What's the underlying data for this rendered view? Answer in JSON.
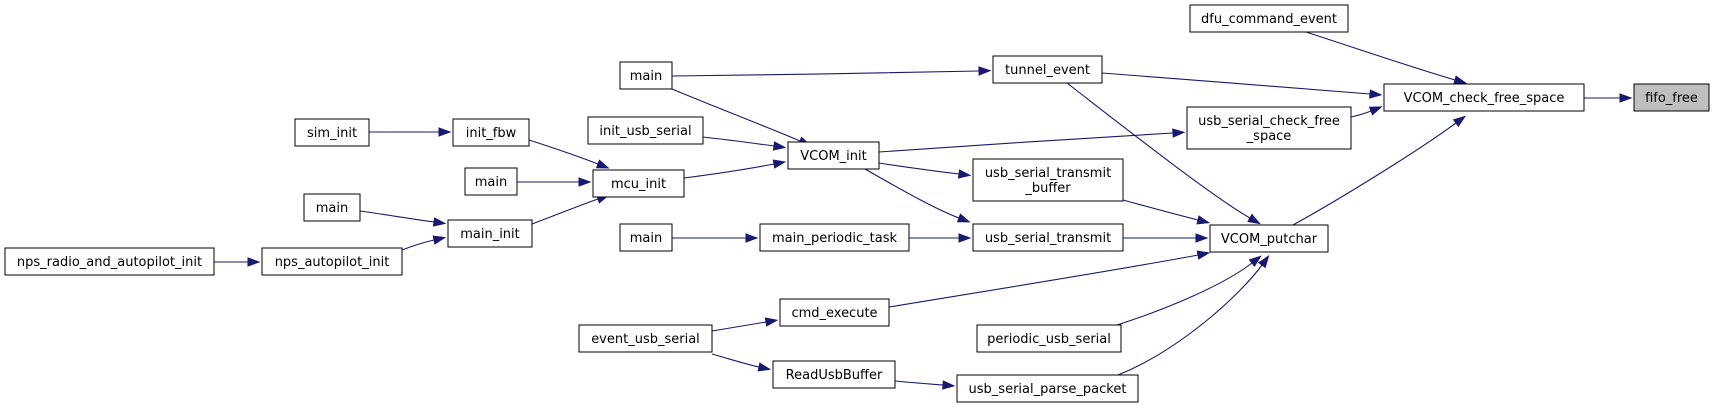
{
  "graph": {
    "edge_color": "#191970",
    "nodes": [
      {
        "id": "fifo_free",
        "label": [
          "fifo_free"
        ],
        "highlight": true,
        "fill": "#bfbfbf"
      },
      {
        "id": "VCOM_check_free_space",
        "label": [
          "VCOM_check_free_space"
        ]
      },
      {
        "id": "dfu_command_event",
        "label": [
          "dfu_command_event"
        ]
      },
      {
        "id": "tunnel_event",
        "label": [
          "tunnel_event"
        ]
      },
      {
        "id": "usb_serial_check_free_space",
        "label": [
          "usb_serial_check_free",
          "_space"
        ]
      },
      {
        "id": "VCOM_putchar",
        "label": [
          "VCOM_putchar"
        ]
      },
      {
        "id": "main_a",
        "label": [
          "main"
        ]
      },
      {
        "id": "VCOM_init",
        "label": [
          "VCOM_init"
        ]
      },
      {
        "id": "init_usb_serial",
        "label": [
          "init_usb_serial"
        ]
      },
      {
        "id": "mcu_init",
        "label": [
          "mcu_init"
        ]
      },
      {
        "id": "init_fbw",
        "label": [
          "init_fbw"
        ]
      },
      {
        "id": "sim_init",
        "label": [
          "sim_init"
        ]
      },
      {
        "id": "main_b",
        "label": [
          "main"
        ]
      },
      {
        "id": "main_init",
        "label": [
          "main_init"
        ]
      },
      {
        "id": "main_c",
        "label": [
          "main"
        ]
      },
      {
        "id": "nps_autopilot_init",
        "label": [
          "nps_autopilot_init"
        ]
      },
      {
        "id": "nps_radio_and_autopilot_init",
        "label": [
          "nps_radio_and_autopilot_init"
        ]
      },
      {
        "id": "usb_serial_transmit_buffer",
        "label": [
          "usb_serial_transmit",
          "_buffer"
        ]
      },
      {
        "id": "usb_serial_transmit",
        "label": [
          "usb_serial_transmit"
        ]
      },
      {
        "id": "main_periodic_task",
        "label": [
          "main_periodic_task"
        ]
      },
      {
        "id": "main_d",
        "label": [
          "main"
        ]
      },
      {
        "id": "cmd_execute",
        "label": [
          "cmd_execute"
        ]
      },
      {
        "id": "event_usb_serial",
        "label": [
          "event_usb_serial"
        ]
      },
      {
        "id": "periodic_usb_serial",
        "label": [
          "periodic_usb_serial"
        ]
      },
      {
        "id": "ReadUsbBuffer",
        "label": [
          "ReadUsbBuffer"
        ]
      },
      {
        "id": "usb_serial_parse_packet",
        "label": [
          "usb_serial_parse_packet"
        ]
      }
    ],
    "edges": [
      {
        "from": "VCOM_check_free_space",
        "to": "fifo_free"
      },
      {
        "from": "dfu_command_event",
        "to": "VCOM_check_free_space"
      },
      {
        "from": "tunnel_event",
        "to": "VCOM_check_free_space"
      },
      {
        "from": "usb_serial_check_free_space",
        "to": "VCOM_check_free_space"
      },
      {
        "from": "VCOM_putchar",
        "to": "VCOM_check_free_space"
      },
      {
        "from": "main_a",
        "to": "tunnel_event"
      },
      {
        "from": "main_a",
        "to": "VCOM_init"
      },
      {
        "from": "VCOM_init",
        "to": "usb_serial_check_free_space"
      },
      {
        "from": "init_usb_serial",
        "to": "VCOM_init"
      },
      {
        "from": "mcu_init",
        "to": "VCOM_init"
      },
      {
        "from": "init_fbw",
        "to": "mcu_init"
      },
      {
        "from": "sim_init",
        "to": "init_fbw"
      },
      {
        "from": "main_b",
        "to": "mcu_init"
      },
      {
        "from": "main_init",
        "to": "mcu_init"
      },
      {
        "from": "main_c",
        "to": "main_init"
      },
      {
        "from": "nps_autopilot_init",
        "to": "main_init"
      },
      {
        "from": "nps_radio_and_autopilot_init",
        "to": "nps_autopilot_init"
      },
      {
        "from": "VCOM_init",
        "to": "usb_serial_transmit_buffer"
      },
      {
        "from": "VCOM_init",
        "to": "usb_serial_transmit"
      },
      {
        "from": "tunnel_event",
        "to": "VCOM_putchar"
      },
      {
        "from": "usb_serial_transmit_buffer",
        "to": "VCOM_putchar"
      },
      {
        "from": "usb_serial_transmit",
        "to": "VCOM_putchar"
      },
      {
        "from": "main_periodic_task",
        "to": "usb_serial_transmit"
      },
      {
        "from": "main_d",
        "to": "main_periodic_task"
      },
      {
        "from": "cmd_execute",
        "to": "VCOM_putchar"
      },
      {
        "from": "event_usb_serial",
        "to": "cmd_execute"
      },
      {
        "from": "periodic_usb_serial",
        "to": "VCOM_putchar"
      },
      {
        "from": "event_usb_serial",
        "to": "ReadUsbBuffer"
      },
      {
        "from": "ReadUsbBuffer",
        "to": "usb_serial_parse_packet"
      },
      {
        "from": "usb_serial_parse_packet",
        "to": "VCOM_putchar"
      }
    ]
  }
}
